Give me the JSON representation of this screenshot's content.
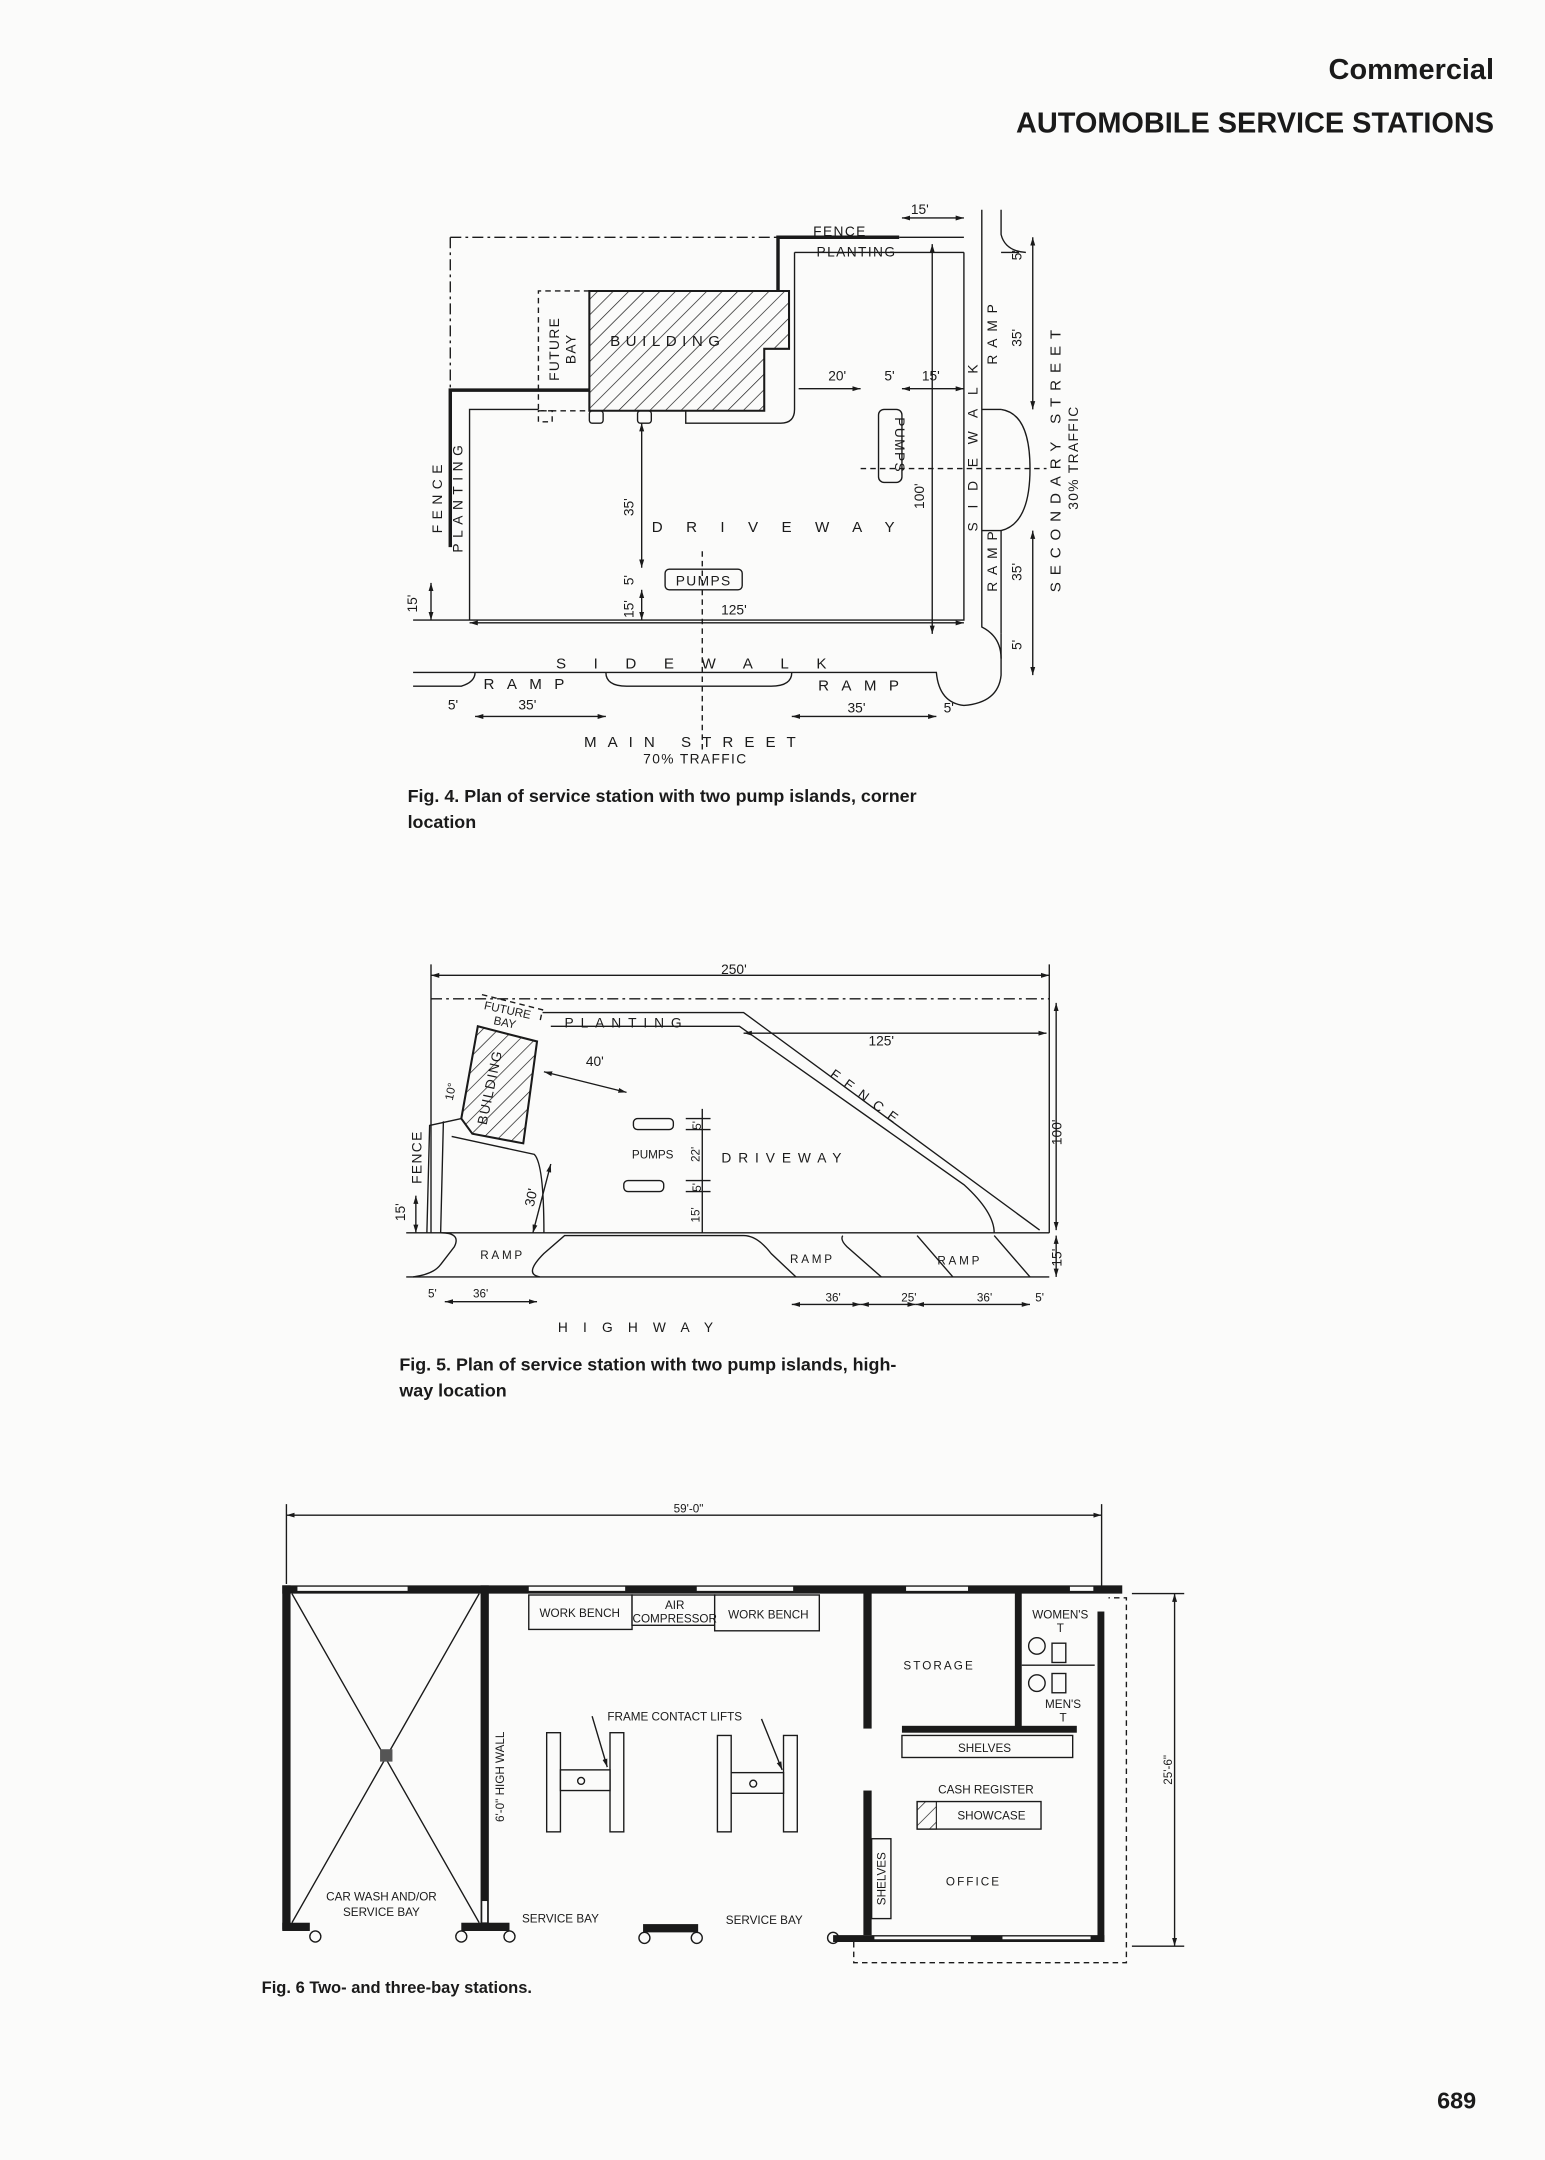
{
  "header": {
    "section": "Commercial",
    "title": "AUTOMOBILE SERVICE STATIONS"
  },
  "page_number": "689",
  "fig4": {
    "caption_line1": "Fig. 4.  Plan of service station with two pump islands, corner",
    "caption_line2": "location",
    "labels": {
      "fence_top": "FENCE",
      "planting_top": "PLANTING",
      "building": "BUILDING",
      "future": "FUTURE",
      "bay": "BAY",
      "fence_left": "FENCE",
      "planting_left": "PLANTING",
      "driveway": "DRIVEWAY",
      "pumps_right": "PUMPS",
      "pumps_bottom": "PUMPS",
      "sidewalk_bottom": "SIDEWALK",
      "sidewalk_right": "SIDEWALK",
      "ramp_left": "RAMP",
      "ramp_right": "RAMP",
      "ramp_top_r": "RAMP",
      "ramp_bot_r": "RAMP",
      "main_street": "MAIN STREET",
      "main_traffic": "70% TRAFFIC",
      "secondary_street": "SECONDARY STREET",
      "secondary_traffic": "30% TRAFFIC"
    },
    "dims": {
      "top_15": "15'",
      "d20": "20'",
      "d5": "5'",
      "d15": "15'",
      "d100": "100'",
      "d125": "125'",
      "d35v": "35'",
      "d5v": "5'",
      "d15v": "15'",
      "left_15": "15'",
      "b5a": "5'",
      "b35a": "35'",
      "b35b": "35'",
      "b5b": "5'",
      "r5a": "5'",
      "r35a": "35'",
      "r35b": "35'",
      "r5b": "5'"
    }
  },
  "fig5": {
    "caption_line1": "Fig. 5.  Plan of service station with two pump islands, high-",
    "caption_line2": "way location",
    "labels": {
      "future": "FUTURE",
      "bay": "BAY",
      "planting": "PLANTING",
      "building": "BUILDING",
      "fence_slope": "FENCE",
      "fence_left": "FENCE",
      "pumps": "PUMPS",
      "driveway": "DRIVEWAY",
      "ramp1": "RAMP",
      "ramp2": "RAMP",
      "ramp3": "RAMP",
      "highway": "HIGHWAY"
    },
    "dims": {
      "d250": "250'",
      "d125": "125'",
      "d100": "100'",
      "d40": "40'",
      "d30": "30'",
      "angle": "10°",
      "p5a": "5'",
      "p22": "22'",
      "p5b": "5'",
      "p15": "15'",
      "left15": "15'",
      "right15": "15'",
      "b5a": "5'",
      "b36a": "36'",
      "b36b": "36'",
      "b25": "25'",
      "b36c": "36'",
      "b5b": "5'"
    }
  },
  "fig6": {
    "caption": "Fig. 6   Two- and three-bay stations.",
    "labels": {
      "width": "59'-0\"",
      "depth": "25'-6\"",
      "work_bench_1": "WORK BENCH",
      "air": "AIR",
      "compressor": "COMPRESSOR",
      "work_bench_2": "WORK BENCH",
      "storage": "STORAGE",
      "womens": "WOMEN'S",
      "womens_t": "T",
      "mens": "MEN'S",
      "mens_t": "T",
      "lifts": "FRAME  CONTACT  LIFTS",
      "high_wall": "6'-0\"  HIGH  WALL",
      "shelves_1": "SHELVES",
      "cash_register": "CASH REGISTER",
      "showcase": "SHOWCASE",
      "shelves_2": "SHELVES",
      "office": "OFFICE",
      "car_wash_1": "CAR WASH AND/OR",
      "car_wash_2": "SERVICE BAY",
      "service_bay_1": "SERVICE BAY",
      "service_bay_2": "SERVICE BAY"
    }
  }
}
